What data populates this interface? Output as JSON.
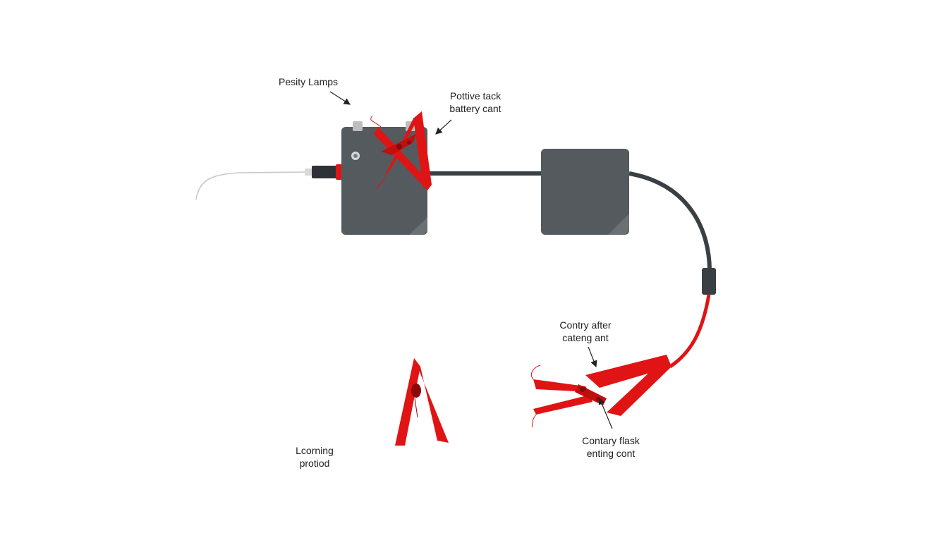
{
  "labels": {
    "top_left": {
      "lines": [
        "Pesity Lamps"
      ]
    },
    "top_right": {
      "lines": [
        "Pottive tack",
        "battery cant"
      ]
    },
    "mid_right": {
      "lines": [
        "Contry after",
        "cateng ant"
      ]
    },
    "bottom_right": {
      "lines": [
        "Contary flask",
        "enting cont"
      ]
    },
    "bottom_left": {
      "lines": [
        "Lcorning",
        "protiod"
      ]
    }
  },
  "colors": {
    "battery_body": "#555a5e",
    "battery_edge": "#454a4e",
    "cable": "#3a3f43",
    "clamp_red": "#e01414",
    "clamp_dark": "#8a0a0a",
    "wire_light": "#c8c8c8",
    "arrow": "#222222"
  }
}
